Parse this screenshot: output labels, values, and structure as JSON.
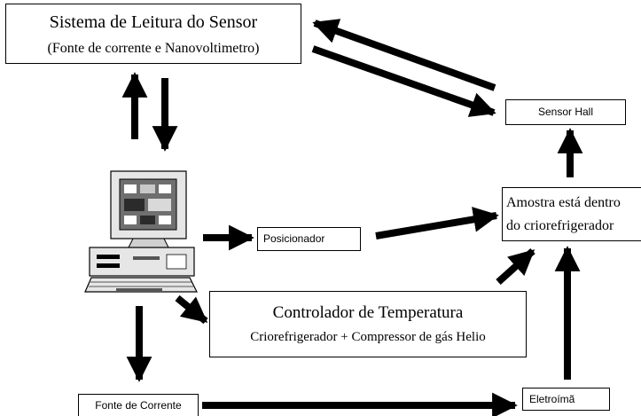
{
  "nodes": {
    "sensor_reading_system": {
      "line1": "Sistema de Leitura do Sensor",
      "line2": "(Fonte de corrente e Nanovoltimetro)"
    },
    "hall_sensor": {
      "label": "Sensor Hall"
    },
    "positioner": {
      "label": "Posicionador"
    },
    "sample": {
      "line1": "Amostra está dentro",
      "line2": "do criorefrigerador"
    },
    "temperature_controller": {
      "line1": "Controlador de Temperatura",
      "line2": "Criorefrigerador + Compressor de gás Helio"
    },
    "current_source": {
      "label": "Fonte de Corrente"
    },
    "electromagnet": {
      "label": "Eletroímã"
    }
  },
  "colors": {
    "arrow": "#000000",
    "box_border": "#000000",
    "monitor_body": "#e6e6e6",
    "screen": "#6f6f6f"
  }
}
